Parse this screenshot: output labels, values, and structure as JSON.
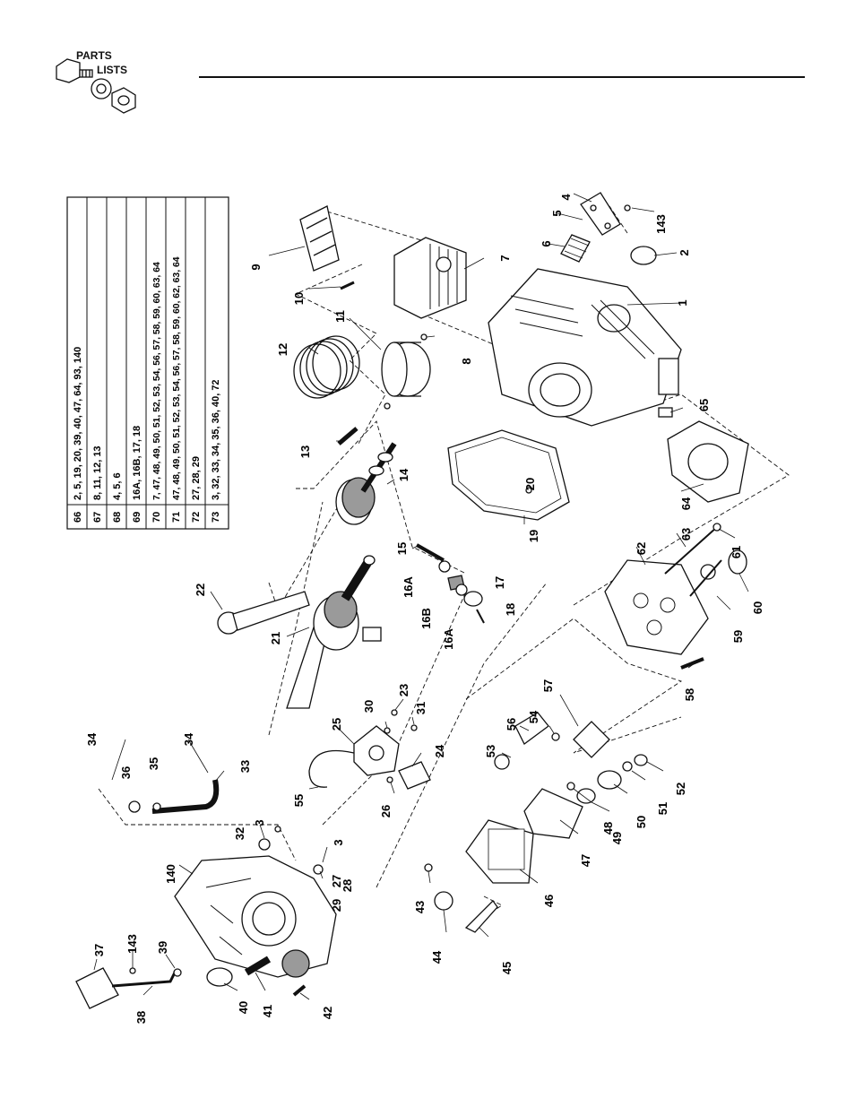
{
  "logo": {
    "line1": "PARTS",
    "line2": "LISTS"
  },
  "kit_table": [
    {
      "kit": "66",
      "parts": "2, 5, 19, 20, 39, 40, 47, 64, 93, 140"
    },
    {
      "kit": "67",
      "parts": "8, 11, 12, 13"
    },
    {
      "kit": "68",
      "parts": "4, 5, 6"
    },
    {
      "kit": "69",
      "parts": "16A, 16B, 17, 18"
    },
    {
      "kit": "70",
      "parts": "7, 47, 48, 49, 50, 51, 52, 53, 54, 56, 57, 58, 59, 60, 63, 64"
    },
    {
      "kit": "71",
      "parts": "47, 48, 49, 50, 51, 52, 53, 54, 56, 57, 58, 59, 60, 62, 63, 64"
    },
    {
      "kit": "72",
      "parts": "27, 28, 29"
    },
    {
      "kit": "73",
      "parts": "3, 32, 33, 34, 35, 36, 40, 72"
    }
  ],
  "callouts": {
    "c1": "1",
    "c2": "2",
    "c3a": "3",
    "c3b": "3",
    "c4": "4",
    "c5": "5",
    "c6": "6",
    "c7": "7",
    "c8": "8",
    "c9": "9",
    "c10": "10",
    "c11": "11",
    "c12": "12",
    "c13": "13",
    "c14": "14",
    "c15": "15",
    "c16a1": "16A",
    "c16a2": "16A",
    "c16b": "16B",
    "c17": "17",
    "c18": "18",
    "c19": "19",
    "c20": "20",
    "c21": "21",
    "c22": "22",
    "c23": "23",
    "c24": "24",
    "c25": "25",
    "c26": "26",
    "c27": "27",
    "c28": "28",
    "c29": "29",
    "c30": "30",
    "c31": "31",
    "c32": "32",
    "c33": "33",
    "c34a": "34",
    "c34b": "34",
    "c35": "35",
    "c36": "36",
    "c37": "37",
    "c38": "38",
    "c39": "39",
    "c40": "40",
    "c41": "41",
    "c42": "42",
    "c43": "43",
    "c44": "44",
    "c45": "45",
    "c46": "46",
    "c47": "47",
    "c48": "48",
    "c49": "49",
    "c50": "50",
    "c51": "51",
    "c52": "52",
    "c53": "53",
    "c54": "54",
    "c55": "55",
    "c56": "56",
    "c57": "57",
    "c58": "58",
    "c59": "59",
    "c60": "60",
    "c61": "61",
    "c62": "62",
    "c63": "63",
    "c64": "64",
    "c65": "65",
    "c140": "140",
    "c143a": "143",
    "c143b": "143"
  },
  "colors": {
    "ink": "#111111",
    "paper": "#ffffff",
    "shade": "#9a9a9a"
  }
}
